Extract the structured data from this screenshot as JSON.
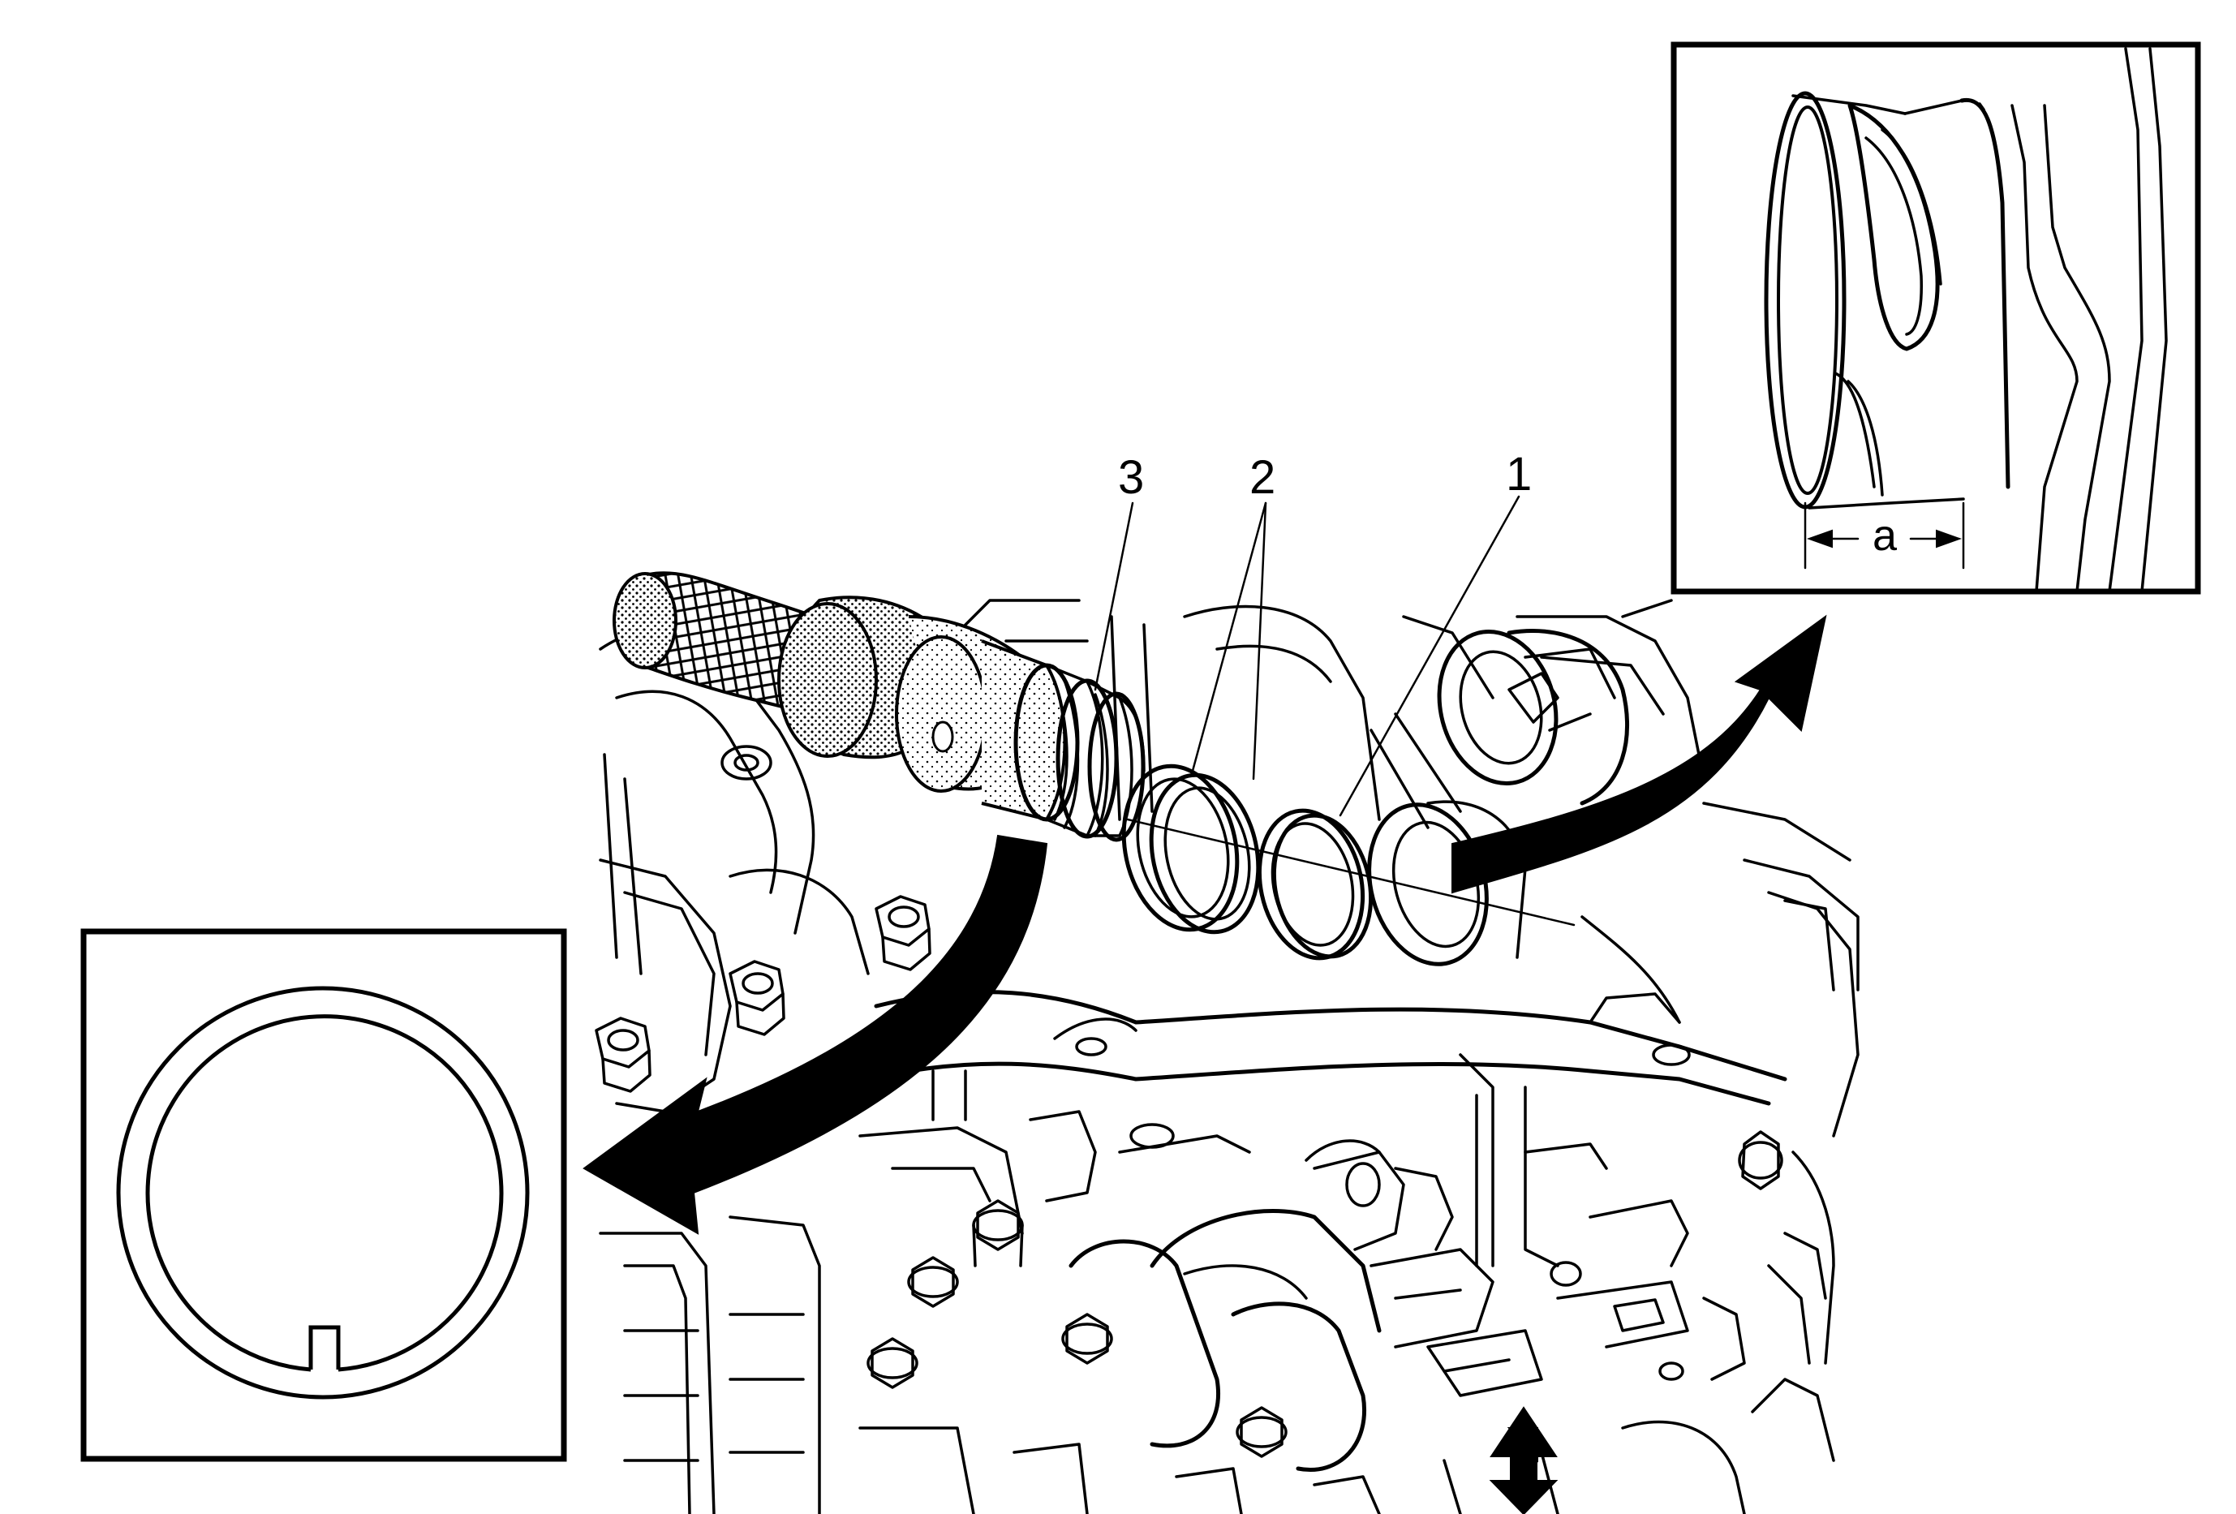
{
  "callouts": {
    "part_1": "1",
    "part_2": "2",
    "part_3": "3"
  },
  "detail_view": {
    "dimension_label": "a"
  },
  "icons": {
    "removal_arrow_left": "curved-arrow-icon",
    "removal_arrow_right": "curved-arrow-icon",
    "direction_arrow": "double-arrow-icon"
  },
  "colors": {
    "line": "#000000",
    "background": "#ffffff",
    "tool_shade": "#7a7a7a"
  }
}
